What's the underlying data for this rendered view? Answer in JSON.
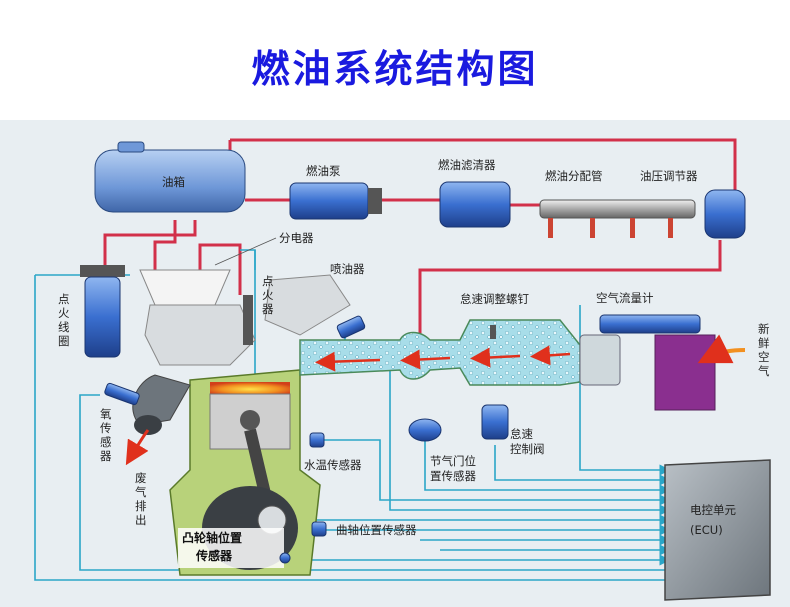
{
  "title": "燃油系统结构图",
  "labels": {
    "fuel_tank": "油箱",
    "fuel_pump": "燃油泵",
    "fuel_filter": "燃油滤清器",
    "fuel_rail": "燃油分配管",
    "pressure_regulator": "油压调节器",
    "distributor": "分电器",
    "ignition_coil": "点火线圈",
    "spark_plug": "点火器",
    "injector": "喷油器",
    "idle_screw": "怠速调整螺钉",
    "air_flow_meter": "空气流量计",
    "fresh_air": "新鲜空气",
    "oxygen_sensor": "氧传感器",
    "exhaust": "废气排出",
    "coolant_sensor": "水温传感器",
    "throttle_sensor_line1": "节气门位",
    "throttle_sensor_line2": "置传感器",
    "idle_valve_line1": "怠速",
    "idle_valve_line2": "控制阀",
    "crank_sensor": "曲轴位置传感器",
    "cam_sensor_line1": "凸轮轴位置",
    "cam_sensor_line2": "传感器",
    "ecu_line1": "电控单元",
    "ecu_line2": "(ECU)"
  },
  "colors": {
    "title": "#1a1adf",
    "background": "#e8eef2",
    "fuel_line": "#d2304a",
    "signal_line": "#2aa6c8",
    "component_blue": "#3a6fd0",
    "intake_fill": "#9fd8e6",
    "engine_green": "#b8d27a",
    "arrow_red": "#e0301c",
    "air_meter_purple": "#8a2f8f",
    "ecu_gray": "#8a939b"
  }
}
